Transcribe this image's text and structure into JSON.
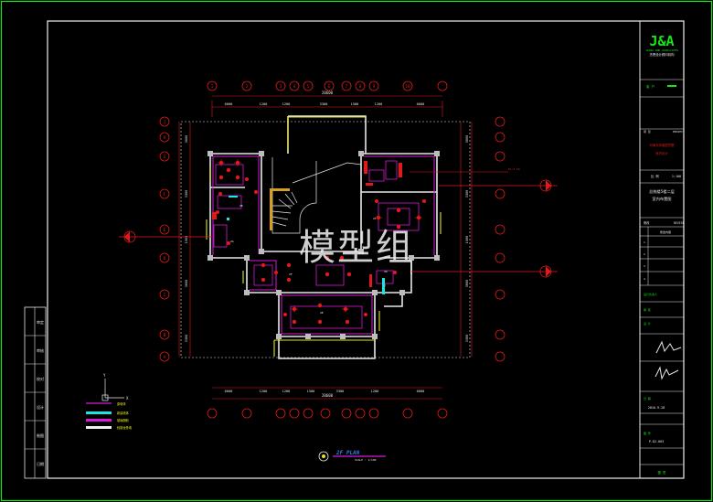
{
  "title_block": {
    "logo_text": "J&A",
    "logo_sub1": "JIANG AND ASSOCIATES",
    "logo_sub2": "杰恩设计顾问机构",
    "project_line1": "河南长林豪庭别墅",
    "project_line2": "室内设计",
    "scale_label": "比 例",
    "scale_value": "1:100",
    "drawing_name_line1": "总统楼5楼二层",
    "drawing_name_line2": "室内布置图",
    "revision_header_left": "修改",
    "revision_header_right": "REVISE",
    "revision_col_header": "修改内容",
    "revision_numbers": [
      "1",
      "2",
      "3",
      "4"
    ],
    "date_value": "2010.9.28",
    "sheet_number": "P-02-003",
    "footer_label": "图 签"
  },
  "plan": {
    "title": "2F PLAN",
    "scale": "SCALE : 1/100",
    "dimensions_top_overall": "20600",
    "dimensions_bottom_overall": "20600",
    "dimensions_top": [
      "6600",
      "1200",
      "1200",
      "3300",
      "1500",
      "1200",
      "6600"
    ],
    "dimensions_bottom": [
      "6600",
      "1200",
      "1200",
      "1500",
      "3300",
      "1200",
      "6600"
    ],
    "dimensions_left": [
      "3600",
      "3300",
      "1500",
      "3600",
      "3300"
    ],
    "dimensions_right": [
      "3600",
      "3300",
      "1500",
      "3600",
      "3300"
    ],
    "grid_numbers": [
      "1",
      "2",
      "3",
      "4",
      "5",
      "6",
      "7",
      "8",
      "9",
      "10"
    ],
    "grid_letters": [
      "A",
      "B",
      "C",
      "D",
      "E",
      "F",
      "G",
      "H",
      "J"
    ]
  },
  "legend": {
    "items": [
      "原墙体",
      "新建墙体",
      "玻璃隔断",
      "轻钢龙骨墙"
    ]
  },
  "side_strip": {
    "labels": [
      "审定",
      "审核",
      "校对",
      "设计",
      "制图",
      "日期"
    ]
  },
  "watermark": "模型组",
  "colors": {
    "border_green": "#19e619",
    "wall_white": "#e8e8e8",
    "dim_red": "#e01a1a",
    "furniture_magenta": "#d81ad8",
    "glass_yellow": "#e6e619",
    "cyan": "#19e6e6"
  }
}
